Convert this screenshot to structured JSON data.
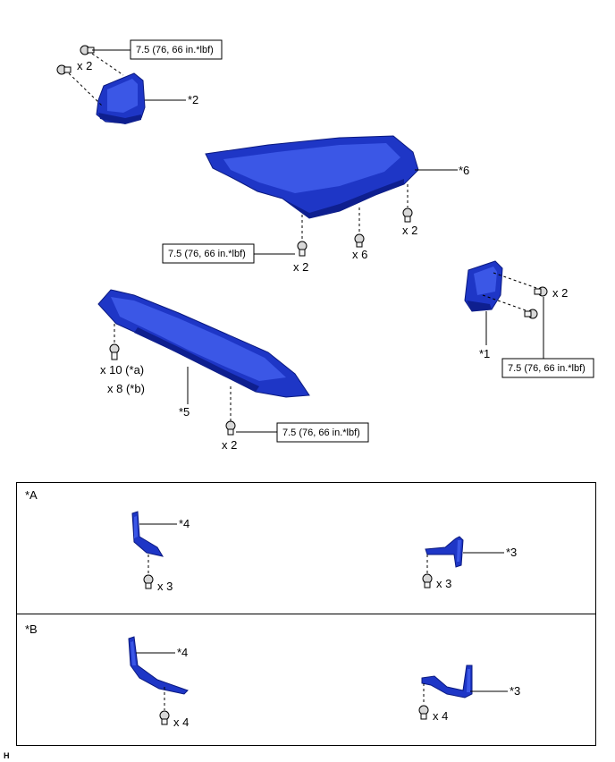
{
  "parts": {
    "p1": "*1",
    "p2": "*2",
    "p3": "*3",
    "p4": "*4",
    "p5": "*5",
    "p6": "*6"
  },
  "torque": {
    "spec": "7.5 (76, 66 in.*lbf)"
  },
  "quantities": {
    "x2": "x 2",
    "x3": "x 3",
    "x4": "x 4",
    "x6": "x 6",
    "x10a": "x 10 (*a)",
    "x8b": "x 8 (*b)"
  },
  "panels": {
    "a": "*A",
    "b": "*B"
  },
  "footer": {
    "code": "H"
  },
  "colors": {
    "part_blue": "#1e36c6",
    "frame": "#000000"
  }
}
